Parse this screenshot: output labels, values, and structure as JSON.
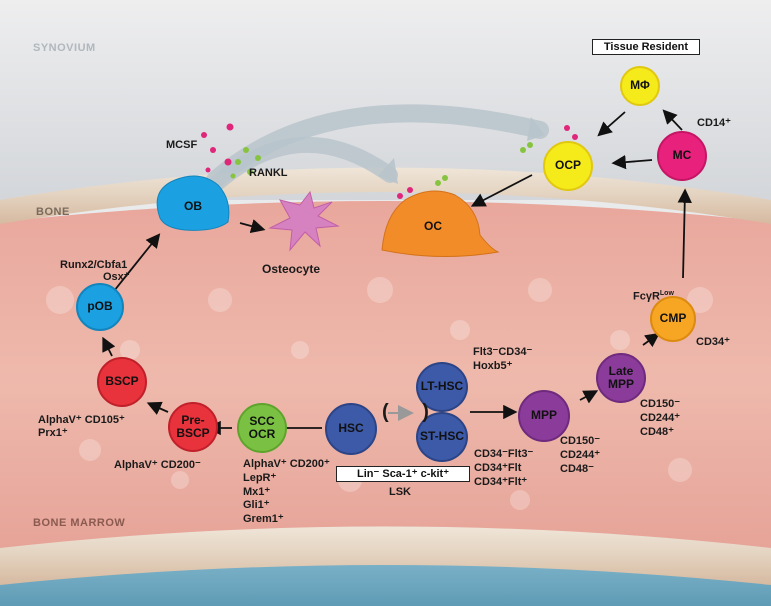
{
  "regions": {
    "synovium": "SYNOVIUM",
    "bone": "BONE",
    "bone_marrow": "BONE MARROW"
  },
  "tissue_resident": "Tissue Resident",
  "cells": {
    "mphi": "MΦ",
    "mc": "MC",
    "ocp": "OCP",
    "oc": "OC",
    "ob": "OB",
    "pob": "pOB",
    "bscp": "BSCP",
    "pre_bscp_1": "Pre-",
    "pre_bscp_2": "BSCP",
    "scc_1": "SCC",
    "scc_2": "OCR",
    "hsc": "HSC",
    "lt_hsc": "LT-HSC",
    "st_hsc": "ST-HSC",
    "mpp": "MPP",
    "late_mpp_1": "Late",
    "late_mpp_2": "MPP",
    "cmp": "CMP"
  },
  "labels": {
    "mcsf": "MCSF",
    "rankl": "RANKL",
    "osteocyte": "Osteocyte",
    "cd14": "CD14⁺",
    "runx2": "Runx2/Cbfa1",
    "osx": "Osx⁺",
    "fcyr": "FcγR",
    "fcyr_sup": "Low",
    "cd34_cmp": "CD34⁺",
    "alphav_cd105": "AlphaV⁺ CD105⁺",
    "prx1": "Prx1⁺",
    "alphav_cd200neg": "AlphaV⁺ CD200⁻",
    "scc_markers": [
      "AlphaV⁺ CD200⁺",
      "LepR⁺",
      "Mx1⁺",
      "Gli1⁺",
      "Grem1⁺"
    ],
    "lt_markers": [
      "Flt3⁻CD34⁻",
      "Hoxb5⁺"
    ],
    "st_markers": [
      "CD34⁻Flt3⁻",
      "CD34⁺Flt",
      "CD34⁺Flt⁺"
    ],
    "mpp_markers": [
      "CD150⁻",
      "CD244⁺",
      "CD48⁻"
    ],
    "late_mpp_markers": [
      "CD150⁻",
      "CD244⁺",
      "CD48⁺"
    ],
    "lsk_box": "Lin⁻ Sca-1⁺ c-kit⁺",
    "lsk": "LSK",
    "bracket": "( )"
  },
  "colors": {
    "mphi": "#f5ea1a",
    "mc": "#e8217d",
    "ocp": "#f5ea1a",
    "oc": "#f28c28",
    "ob": "#1ba1e2",
    "pob": "#1ba1e2",
    "bscp": "#e8323c",
    "pre_bscp": "#e8323c",
    "scc": "#7ac143",
    "hsc": "#3d5aa8",
    "mpp": "#8b3b9a",
    "cmp": "#f6a623",
    "osteocyte": "#d782c0",
    "dot_pink": "#e0267a",
    "dot_green": "#86c440"
  }
}
